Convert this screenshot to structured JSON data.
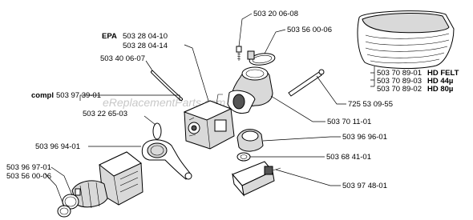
{
  "watermark": "eReplacementParts.com",
  "labels": {
    "epa": "EPA",
    "epa_part_1": "503 28 04-10",
    "epa_part_2": "503 28 04-14",
    "hose": "503 40 06-07",
    "compl_prefix": "compl",
    "compl_part": "503 97 39-01",
    "gasket": "503 22 65-03",
    "bracket": "503 96 94-01",
    "clamp_a": "503 96 97-01",
    "clamp_b": "503 56 00-06",
    "screw_top": "503 20 06-08",
    "clamp_top": "503 56 00-06",
    "rod": "725 53 09-55",
    "elbow": "503 70 11-01",
    "valve": "503 96 96-01",
    "grommet": "503 68 41-01",
    "heater": "503 97 48-01",
    "filter_1_part": "503 70 89-01",
    "filter_1_desc": "HD FELT",
    "filter_2_part": "503 70 89-03",
    "filter_2_desc": "HD 44µ",
    "filter_3_part": "503 70 89-02",
    "filter_3_desc": "HD 80µ"
  }
}
